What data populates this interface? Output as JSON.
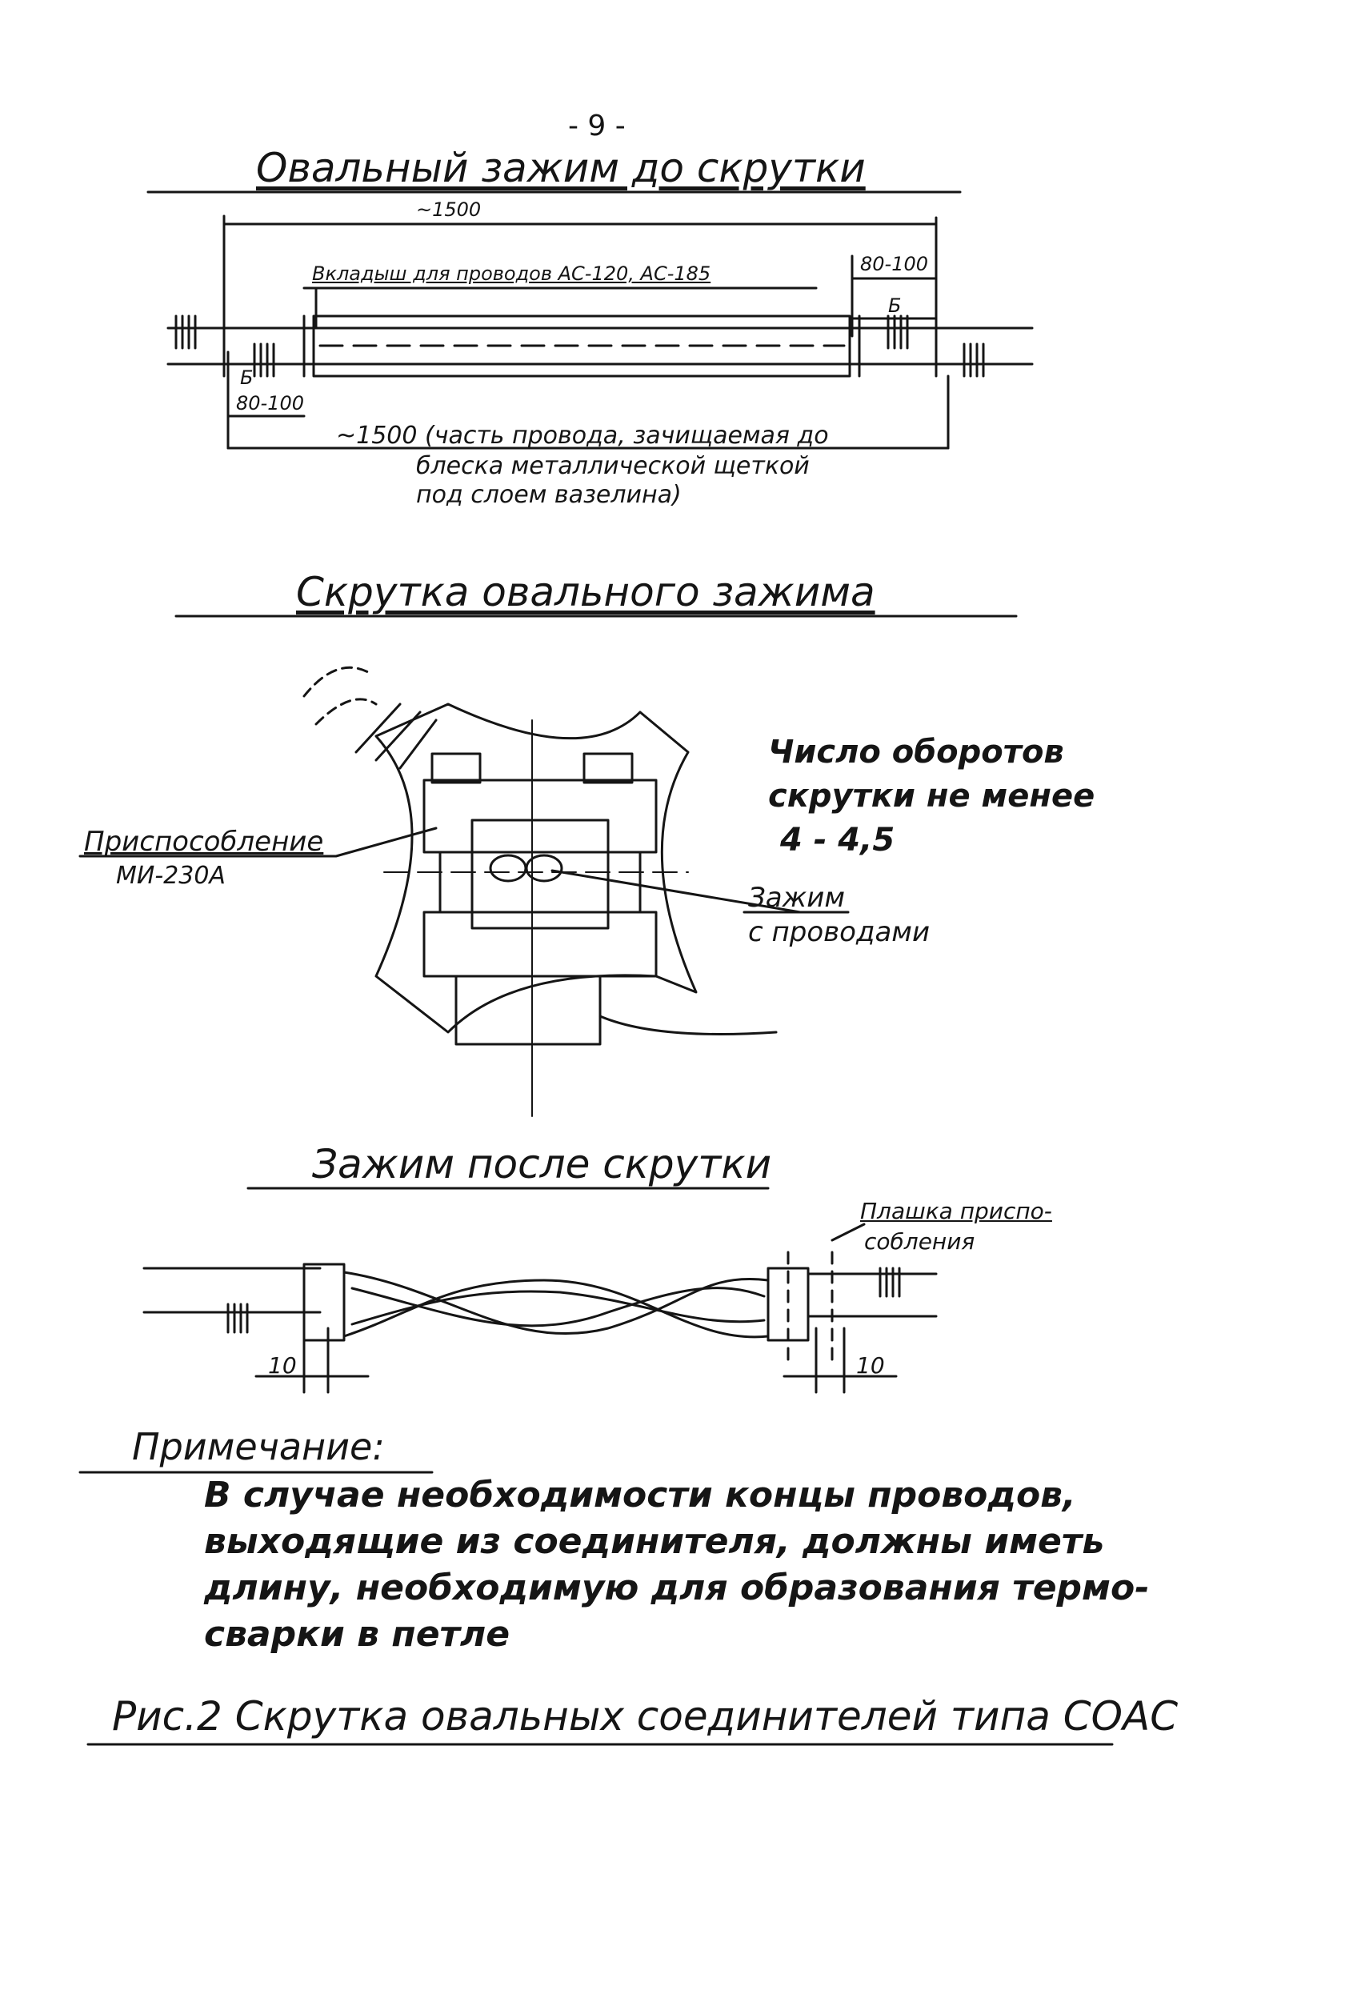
{
  "page_number": "- 9 -",
  "section1": {
    "title": "Овальный зажим до скрутки",
    "dim_total": "~1500",
    "inserts_label": "Вкладыш для проводов АС-120, АС-185",
    "dim_right_range": "80-100",
    "label_b_right": "Б",
    "label_b_left": "Б",
    "dim_left_range": "80-100",
    "dim_bottom_1": "~1500 (часть провода, зачищаемая до",
    "dim_bottom_2": "блеска металлической щеткой",
    "dim_bottom_3": "под слоем вазелина)"
  },
  "section2": {
    "title": "Скрутка овального зажима",
    "turns_line1": "Число оборотов",
    "turns_line2": "скрутки не менее",
    "turns_line3": "4 - 4,5",
    "fixture_label": "Приспособление",
    "fixture_model": "МИ-230А",
    "clamp_label_1": "Зажим",
    "clamp_label_2": "с проводами"
  },
  "section3": {
    "title": "Зажим после скрутки",
    "die_label_1": "Плашка приспо-",
    "die_label_2": "собления",
    "dim_left": "10",
    "dim_right": "10"
  },
  "note": {
    "title": "Примечание:",
    "line1": "В случае необходимости концы проводов,",
    "line2": "выходящие из соединителя, должны иметь",
    "line3": "длину, необходимую для образования термо-",
    "line4": "сварки в петле"
  },
  "caption": "Рис.2 Скрутка овальных соединителей типа СОАС",
  "colors": {
    "ink": "#151515",
    "paper": "#ffffff"
  }
}
